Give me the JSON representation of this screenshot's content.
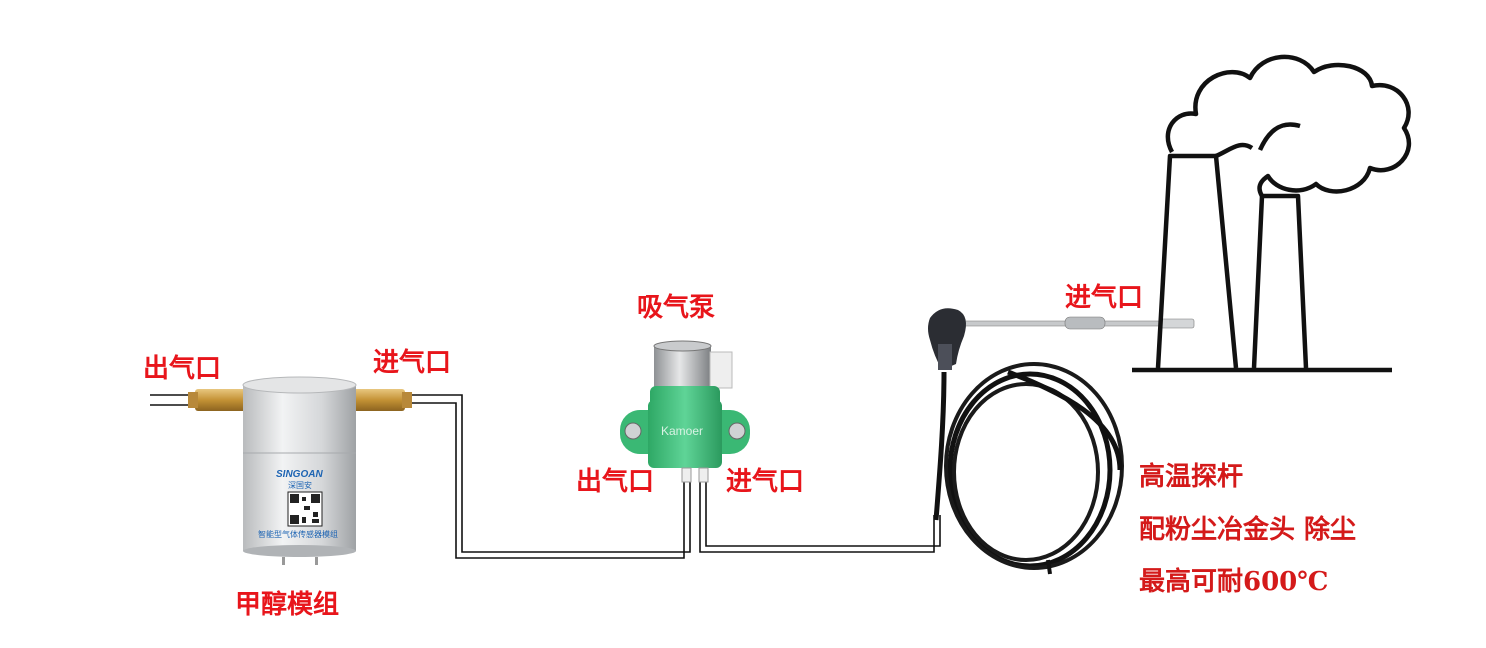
{
  "colors": {
    "label_red": "#e8151b",
    "note_red": "#d41a1a",
    "pump_green": "#3fbf79",
    "module_silver": "#d9dadb",
    "pipe_black": "#111111",
    "brass": "#c79a45"
  },
  "module": {
    "outlet_label": "出气口",
    "inlet_label": "进气口",
    "name": "甲醇模组",
    "brand": "SINGOAN",
    "brand_cn": "深国安",
    "caption": "智能型气体传感器模组"
  },
  "pump": {
    "name": "吸气泵",
    "outlet_label": "出气口",
    "inlet_label": "进气口",
    "brand": "Kamoer"
  },
  "probe": {
    "inlet_label": "进气口",
    "notes": [
      "高温探杆",
      "配粉尘冶金头  除尘",
      "最高可耐600℃"
    ]
  },
  "factory": {
    "icon": "factory-chimney-smoke-icon"
  }
}
